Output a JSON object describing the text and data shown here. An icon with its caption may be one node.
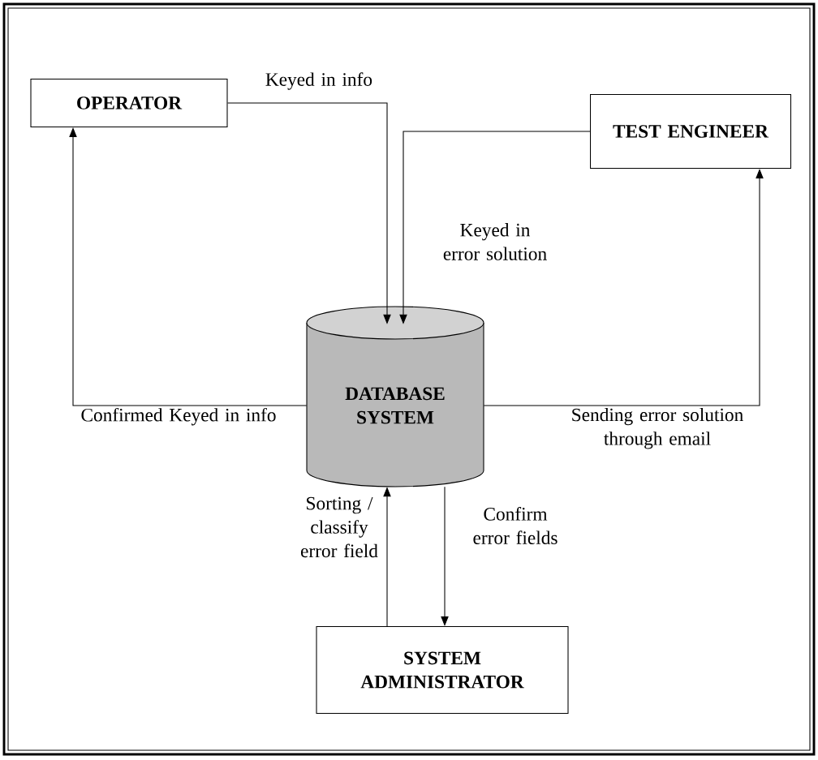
{
  "diagram": {
    "nodes": [
      {
        "text": [
          "OPERATOR"
        ]
      },
      {
        "text": [
          "TEST ENGINEER"
        ]
      },
      {
        "text": [
          "DATABASE SYSTEM"
        ]
      },
      {
        "text": [
          "SYSTEM ADMINISTRATOR"
        ]
      }
    ],
    "edges": [
      {
        "from": 0,
        "to": 2,
        "arrow": "to",
        "label": "Keyed in info"
      },
      {
        "from": 1,
        "to": 2,
        "arrow": "to",
        "label": "Keyed in error solution"
      },
      {
        "from": 2,
        "to": 0,
        "arrow": "to",
        "label": "Confirmed Keyed in info"
      },
      {
        "from": 2,
        "to": 1,
        "arrow": "to",
        "label": "Sending error solution through email"
      },
      {
        "from": 3,
        "to": 2,
        "arrow": "to",
        "label": "Sorting / classify error field"
      },
      {
        "from": 2,
        "to": 3,
        "arrow": "to",
        "label": "Confirm error fields"
      }
    ]
  }
}
